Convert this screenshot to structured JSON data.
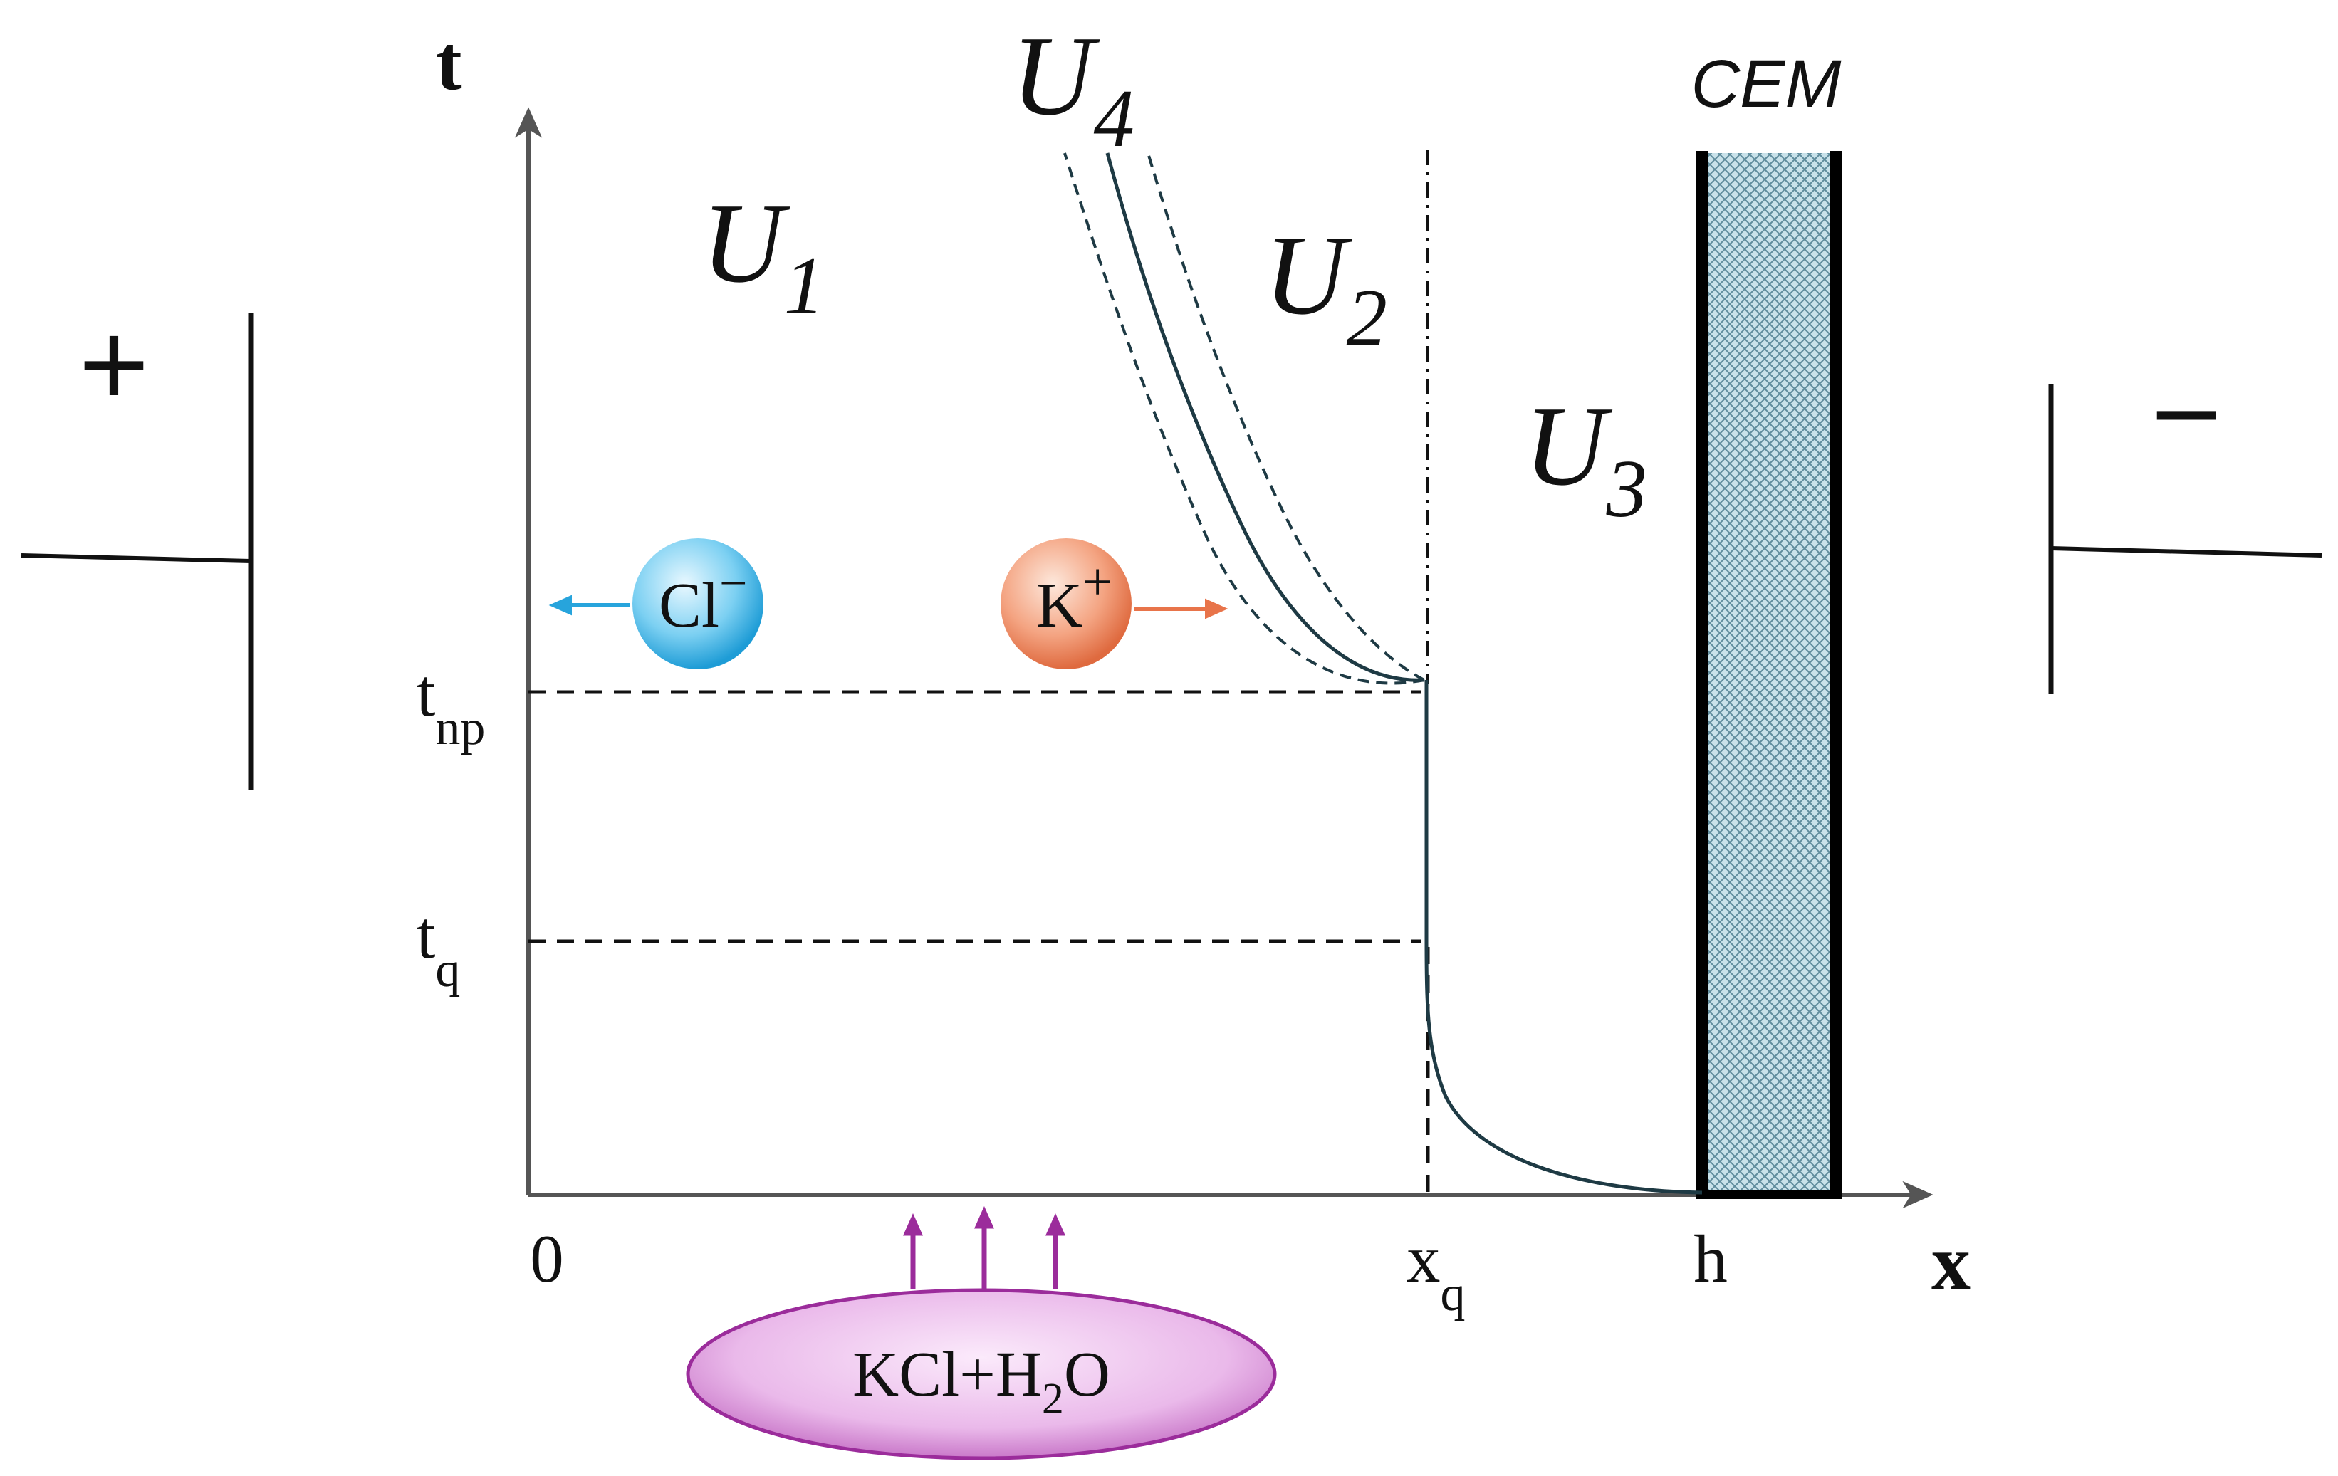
{
  "axes": {
    "t_label": "t",
    "x_label": "x",
    "origin_label": "0",
    "xq": {
      "base": "x",
      "sub": "q"
    },
    "h_label": "h",
    "t_np": {
      "base": "t",
      "sub": "np"
    },
    "t_q": {
      "base": "t",
      "sub": "q"
    }
  },
  "regions": {
    "u1": {
      "base": "U",
      "sub": "1"
    },
    "u2": {
      "base": "U",
      "sub": "2"
    },
    "u3": {
      "base": "U",
      "sub": "3"
    },
    "u4": {
      "base": "U",
      "sub": "4"
    }
  },
  "membrane": {
    "label": "CEM"
  },
  "electrodes": {
    "anode_sign": "+",
    "cathode_sign": "−"
  },
  "ions": {
    "anion": {
      "base": "Cl",
      "sup": "−",
      "color": "#27a4dc"
    },
    "cation": {
      "base": "K",
      "sup": "+",
      "color": "#e8744a"
    }
  },
  "source": {
    "parts": [
      "KCl+H",
      "2",
      "O"
    ],
    "color": "#9b2c9b"
  },
  "colors": {
    "curve": "#1e3a44",
    "axis": "#555555",
    "membrane_fill": "#9ec9d6"
  }
}
